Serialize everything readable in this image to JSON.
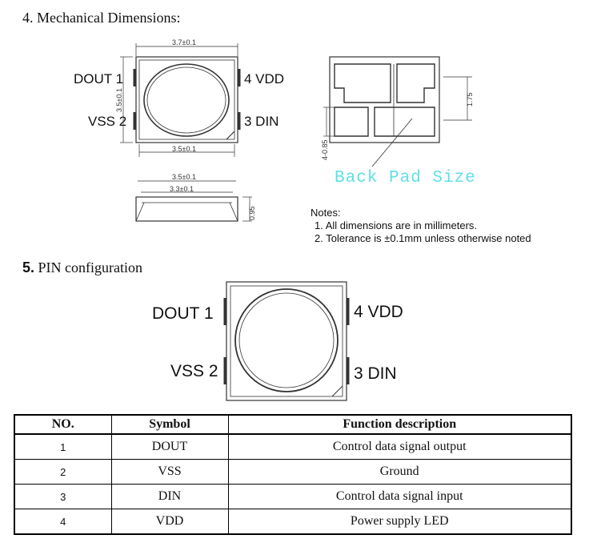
{
  "section4": {
    "title": "4. Mechanical Dimensions:"
  },
  "top_view": {
    "pin_dout": "DOUT 1",
    "pin_vss": "VSS 2",
    "pin_vdd": "4 VDD",
    "pin_din": "3 DIN",
    "dim_width_top": "3.7±0.1",
    "dim_width_bottom": "3.5±0.1",
    "dim_height": "3.5±0.1"
  },
  "side_view": {
    "dim_outer": "3.5±0.1",
    "dim_inner": "3.3±0.1",
    "dim_thickness": "0.95"
  },
  "back_view": {
    "dim_pad_height": "1.75",
    "dim_pad_small": "4-0.85",
    "label": "Back Pad Size"
  },
  "notes": {
    "heading": "Notes:",
    "items": [
      "1. All dimensions are in millimeters.",
      "2. Tolerance is ±0.1mm unless otherwise noted"
    ]
  },
  "section5": {
    "number": "5.",
    "title": "PIN configuration"
  },
  "pin_view": {
    "pin_dout": "DOUT 1",
    "pin_vss": "VSS 2",
    "pin_vdd": "4 VDD",
    "pin_din": "3 DIN"
  },
  "pin_table": {
    "headers": [
      "NO.",
      "Symbol",
      "Function description"
    ],
    "rows": [
      [
        "1",
        "DOUT",
        "Control data signal output"
      ],
      [
        "2",
        "VSS",
        "Ground"
      ],
      [
        "3",
        "DIN",
        "Control data signal input"
      ],
      [
        "4",
        "VDD",
        "Power supply LED"
      ]
    ]
  }
}
